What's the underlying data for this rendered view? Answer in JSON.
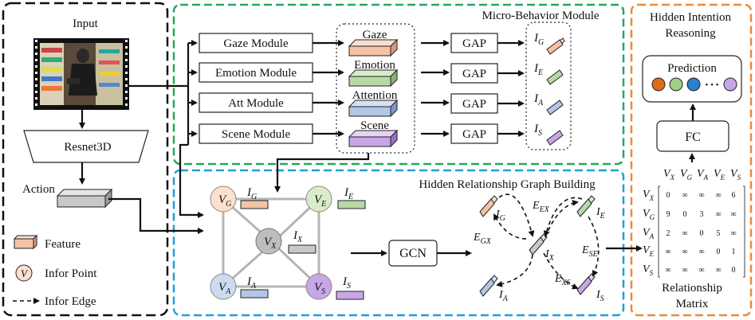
{
  "panels": {
    "input": "Input",
    "micro": "Micro-Behavior Module",
    "hidden_line1": "Hidden Intention",
    "hidden_line2": "Reasoning",
    "graph": "Hidden Relationship Graph  Building"
  },
  "modules": [
    "Gaze  Module",
    "Emotion Module",
    "Att Module",
    "Scene Module"
  ],
  "features": [
    "Gaze",
    "Emotion",
    "Attention",
    "Scene"
  ],
  "gap": "GAP",
  "resnet": "Resnet3D",
  "action": "Action",
  "legend": {
    "feature": "Feature",
    "point": "Infor Point",
    "point_symbol": "V",
    "edge": "Infor Edge"
  },
  "prediction": "Prediction",
  "ellipsis": "• • •",
  "fc": "FC",
  "gcn": "GCN",
  "matrix_title_1": "Relationship",
  "matrix_title_2": "Matrix",
  "matrix_rows": [
    [
      "0",
      "∞",
      "∞",
      "∞",
      "6"
    ],
    [
      "9",
      "0",
      "3",
      "∞",
      "∞"
    ],
    [
      "2",
      "∞",
      "0",
      "5",
      "∞"
    ],
    [
      "∞",
      "∞",
      "∞",
      "0",
      "1"
    ],
    [
      "∞",
      "∞",
      "∞",
      "∞",
      "0"
    ]
  ],
  "subscripts": [
    "X",
    "G",
    "A",
    "E",
    "S"
  ],
  "colors": {
    "gaze": "#f3c3a6",
    "emotion": "#b8d9a6",
    "attention": "#b3c6e6",
    "scene": "#c9a6e6",
    "pred1": "#e06a1b",
    "pred2": "#9fd08a",
    "pred3": "#2f7fd0",
    "pred4": "#c8a6e6",
    "green": "#22a95a",
    "blue": "#1ea0d8",
    "orange": "#ec8a36",
    "grey": "#c8c8c8"
  }
}
